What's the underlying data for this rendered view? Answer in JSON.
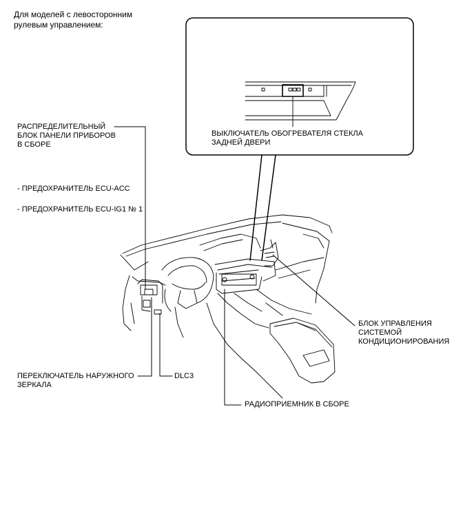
{
  "header": "Для моделей с левосторонним\nрулевым управлением:",
  "labels": {
    "junction_block": "РАСПРЕДЕЛИТЕЛЬНЫЙ\nБЛОК ПАНЕЛИ ПРИБОРОВ\nВ СБОРЕ",
    "fuse_acc": "- ПРЕДОХРАНИТЕЛЬ ECU-ACC",
    "fuse_ig1": "- ПРЕДОХРАНИТЕЛЬ ECU-IG1 № 1",
    "rear_defogger_switch": "ВЫКЛЮЧАТЕЛЬ ОБОГРЕВАТЕЛЯ СТЕКЛА\nЗАДНЕЙ ДВЕРИ",
    "ac_control": "БЛОК УПРАВЛЕНИЯ\nСИСТЕМОЙ\nКОНДИЦИОНИРОВАНИЯ",
    "mirror_switch": "ПЕРЕКЛЮЧАТЕЛЬ НАРУЖНОГО\nЗЕРКАЛА",
    "dlc3": "DLC3",
    "radio": "РАДИОПРИЕМНИК В СБОРЕ"
  }
}
